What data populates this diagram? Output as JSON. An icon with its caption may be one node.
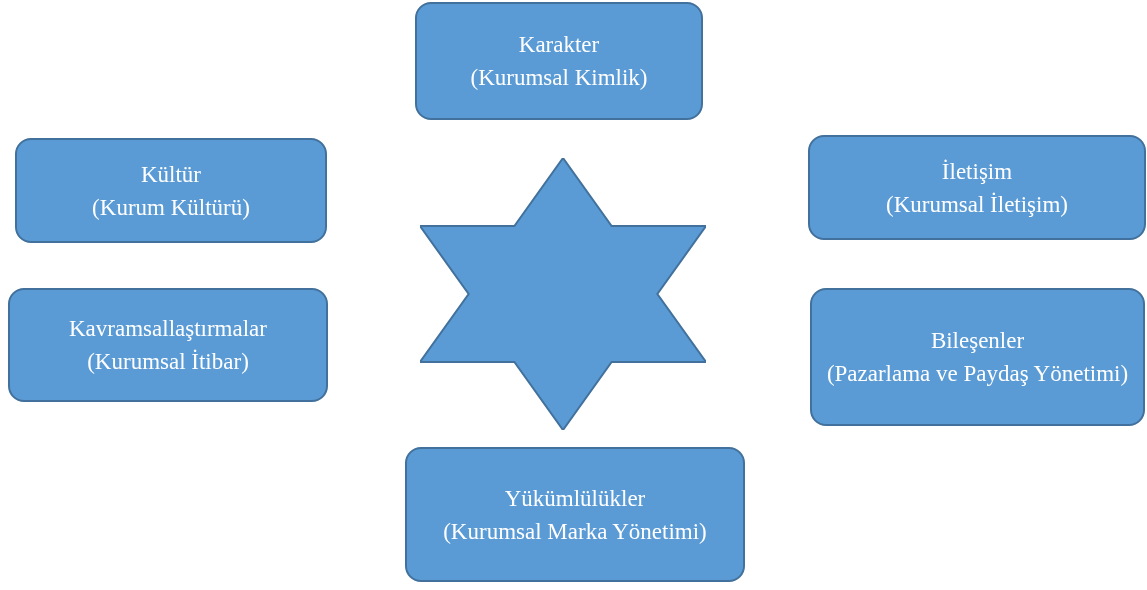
{
  "diagram": {
    "nodes": [
      {
        "text": [
          "Karakter",
          "(Kurumsal Kimlik)"
        ]
      },
      {
        "text": [
          "Kültür",
          "(Kurum Kültürü)"
        ]
      },
      {
        "text": [
          "İletişim",
          "(Kurumsal İletişim)"
        ]
      },
      {
        "text": [],
        "shape": "star"
      },
      {
        "text": [
          "Kavramsallaştırmalar",
          "(Kurumsal İtibar)"
        ]
      },
      {
        "text": [
          "Bileşenler",
          "(Pazarlama ve Paydaş Yönetimi)"
        ]
      },
      {
        "text": [
          "Yükümlülükler",
          "(Kurumsal Marka Yönetimi)"
        ]
      }
    ]
  }
}
